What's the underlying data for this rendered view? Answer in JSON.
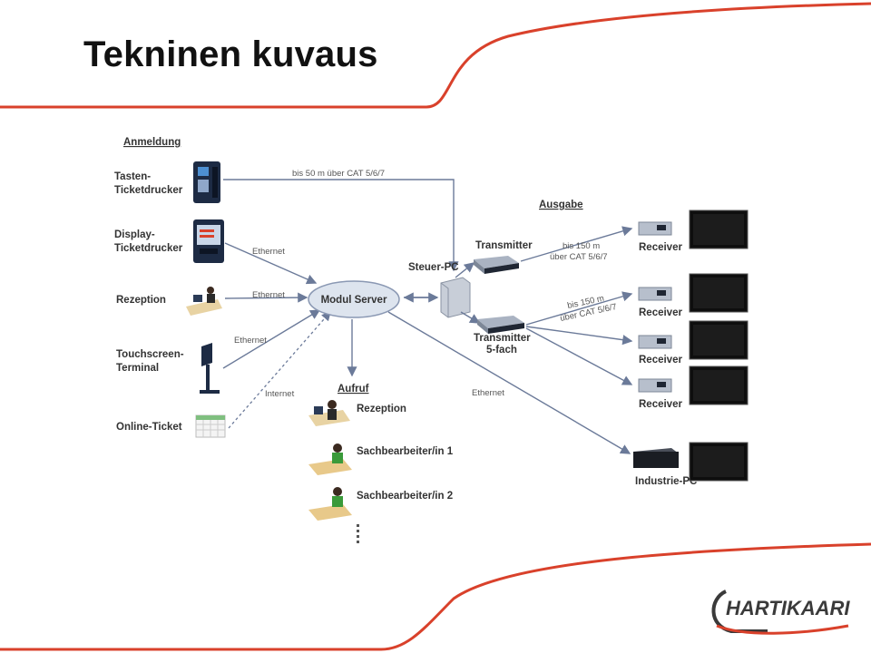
{
  "slide": {
    "title": "Tekninen kuvaus"
  },
  "diagram": {
    "sections": {
      "anmeldung": "Anmeldung",
      "ausgabe": "Ausgabe",
      "aufruf": "Aufruf"
    },
    "inputs": {
      "tasten": "Tasten-\nTicketdrucker",
      "display": "Display-\nTicketdrucker",
      "rezeption": "Rezeption",
      "touchscreen": "Touchscreen-\nTerminal",
      "online": "Online-Ticket"
    },
    "server": "Modul Server",
    "steuer_pc": "Steuer-PC",
    "transmitter": "Transmitter",
    "transmitter5": "Transmitter\n5-fach",
    "receiver": "Receiver",
    "industrie_pc": "Industrie-PC",
    "aufruf_items": [
      "Rezeption",
      "Sachbearbeiter/in 1",
      "Sachbearbeiter/in 2"
    ],
    "link_labels": {
      "cat50": "bis 50 m über CAT 5/6/7",
      "ethernet": "Ethernet",
      "internet": "Internet",
      "cat150_line1": "bis 150 m",
      "cat150_line2": "über CAT 5/6/7"
    }
  },
  "logo": {
    "text": "HARTIKAARI"
  },
  "colors": {
    "accent": "#d9412b",
    "connector": "#6b7a99"
  }
}
